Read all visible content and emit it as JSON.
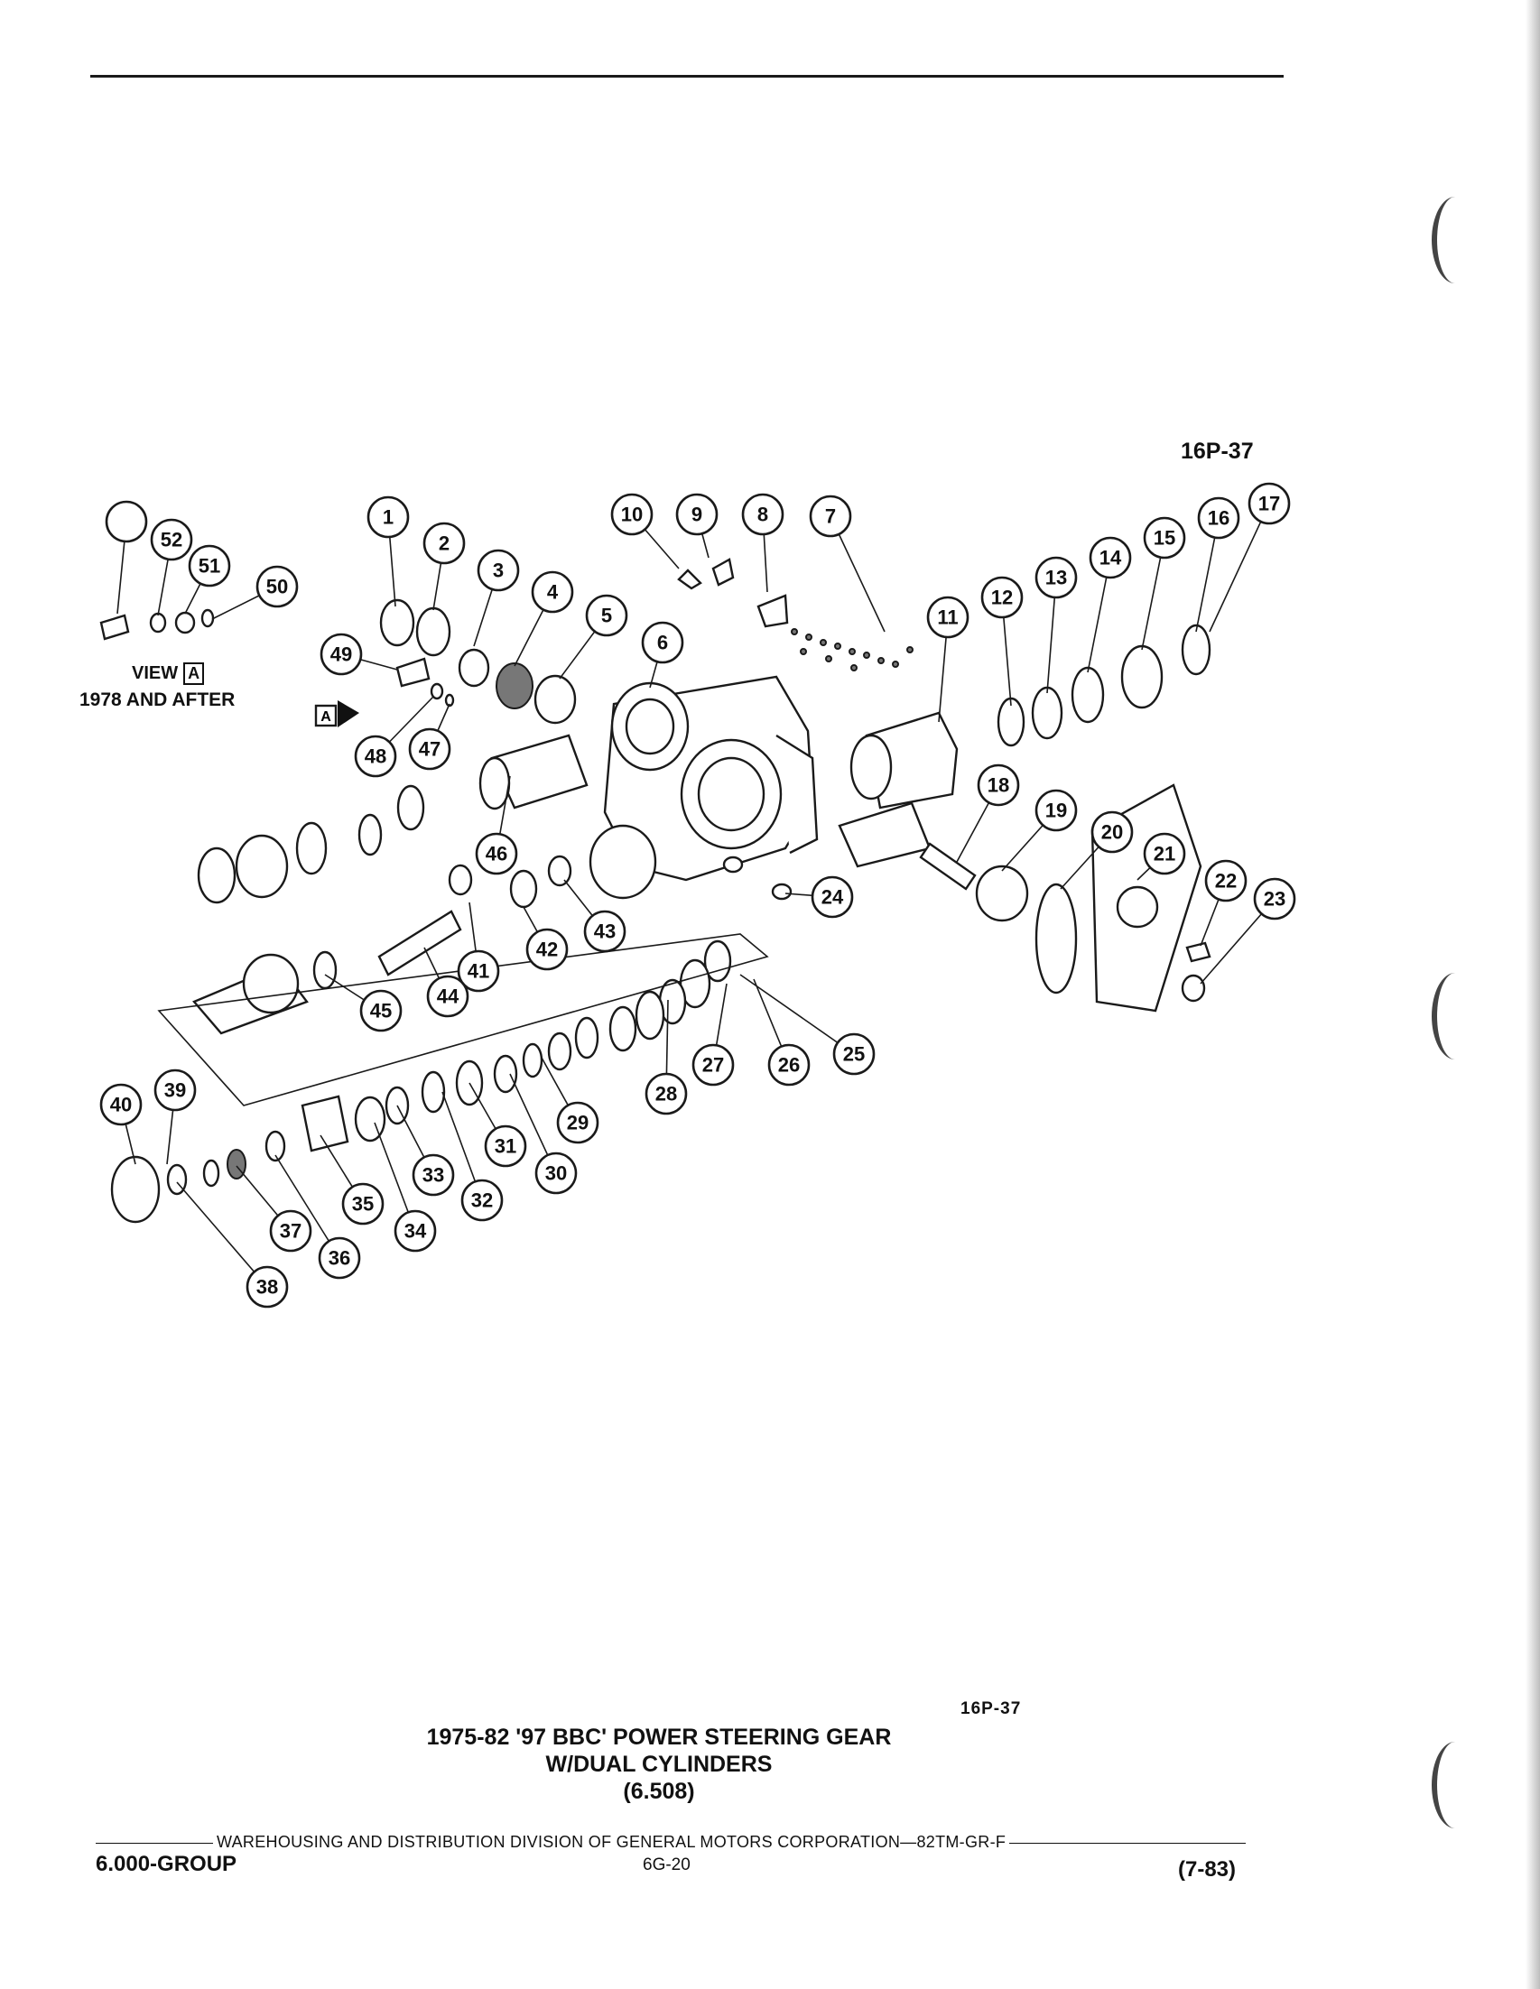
{
  "figure_id": "16P-37",
  "view": {
    "label": "VIEW",
    "box": "A",
    "years": "1978 AND AFTER",
    "arrow_box": "A"
  },
  "callout_numbers": [
    "1",
    "2",
    "3",
    "4",
    "5",
    "6",
    "7",
    "8",
    "9",
    "10",
    "11",
    "12",
    "13",
    "14",
    "15",
    "16",
    "17",
    "18",
    "19",
    "20",
    "21",
    "22",
    "23",
    "24",
    "25",
    "26",
    "27",
    "28",
    "29",
    "30",
    "31",
    "32",
    "33",
    "34",
    "35",
    "36",
    "37",
    "38",
    "39",
    "40",
    "41",
    "42",
    "43",
    "44",
    "45",
    "46",
    "47",
    "48",
    "49",
    "50",
    "51",
    "52"
  ],
  "caption": {
    "id": "16P-37",
    "line1": "1975-82 '97 BBC' POWER STEERING GEAR",
    "line2": "W/DUAL CYLINDERS",
    "line3": "(6.508)"
  },
  "footer": {
    "line": "WAREHOUSING AND DISTRIBUTION  DIVISION OF GENERAL MOTORS CORPORATION—82TM-GR-F",
    "left": "6.000-GROUP",
    "center": "6G-20",
    "right": "(7-83)"
  }
}
